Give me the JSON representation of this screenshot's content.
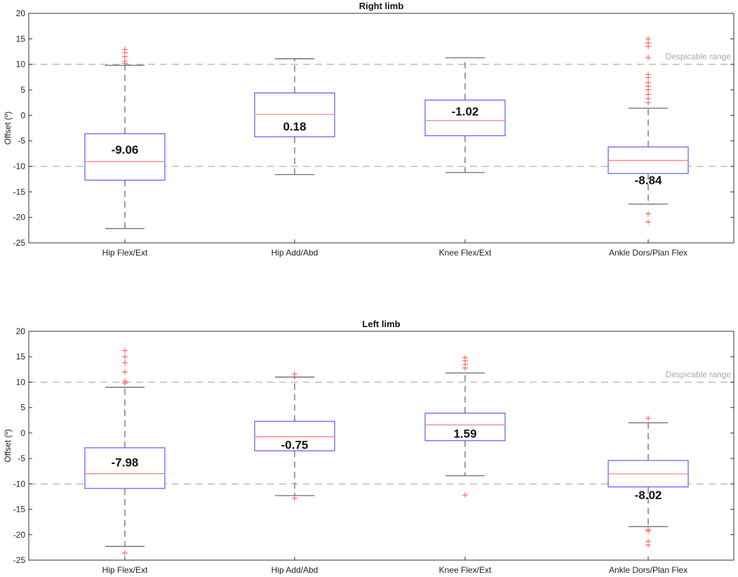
{
  "chart_data": [
    {
      "type": "box",
      "title": "Right limb",
      "ylabel": "Offset (º)",
      "ylim": [
        -25,
        20
      ],
      "yticks": [
        20,
        15,
        10,
        5,
        0,
        -5,
        -10,
        -15,
        -20,
        -25
      ],
      "reference_lines": [
        10,
        -10
      ],
      "reference_label": "Despicable range",
      "grid": false,
      "colors": {
        "box": "#5b5bff",
        "median": "#ff8080",
        "whisker": "#6b6b6b",
        "outlier": "#ff4d4d",
        "reference": "#bdbdbd"
      },
      "categories": [
        "Hip Flex/Ext",
        "Hip Add/Abd",
        "Knee Flex/Ext",
        "Ankle Dors/Plan Flex"
      ],
      "boxes": [
        {
          "q1": -12.7,
          "median": -9.06,
          "q3": -3.6,
          "whisker_low": -22.2,
          "whisker_high": 9.8,
          "median_label": "-9.06",
          "outliers": [
            10.2,
            10.6,
            11.5,
            12.3,
            12.9
          ]
        },
        {
          "q1": -4.2,
          "median": 0.18,
          "q3": 4.4,
          "whisker_low": -11.6,
          "whisker_high": 11.1,
          "median_label": "0.18",
          "outliers": []
        },
        {
          "q1": -4.0,
          "median": -1.02,
          "q3": 3.0,
          "whisker_low": -11.2,
          "whisker_high": 11.3,
          "median_label": "-1.02",
          "outliers": []
        },
        {
          "q1": -11.4,
          "median": -8.84,
          "q3": -6.2,
          "whisker_low": -17.4,
          "whisker_high": 1.4,
          "median_label": "-8.84",
          "outliers": [
            2.5,
            3.3,
            4.1,
            5.0,
            5.7,
            6.4,
            7.4,
            8.0,
            11.3,
            13.5,
            14.2,
            15.0,
            -19.3,
            -20.9
          ]
        }
      ]
    },
    {
      "type": "box",
      "title": "Left limb",
      "ylabel": "Offset (º)",
      "ylim": [
        -25,
        20
      ],
      "yticks": [
        20,
        15,
        10,
        5,
        0,
        -5,
        -10,
        -15,
        -20,
        -25
      ],
      "reference_lines": [
        10,
        -10
      ],
      "reference_label": "Despicable range",
      "grid": false,
      "colors": {
        "box": "#5b5bff",
        "median": "#ff8080",
        "whisker": "#6b6b6b",
        "outlier": "#ff4d4d",
        "reference": "#bdbdbd"
      },
      "categories": [
        "Hip Flex/Ext",
        "Hip Add/Abd",
        "Knee Flex/Ext",
        "Ankle Dors/Plan Flex"
      ],
      "boxes": [
        {
          "q1": -10.9,
          "median": -7.98,
          "q3": -2.9,
          "whisker_low": -22.3,
          "whisker_high": 9.0,
          "median_label": "-7.98",
          "outliers": [
            9.8,
            10.2,
            12.0,
            13.8,
            15.0,
            16.2,
            -23.6
          ]
        },
        {
          "q1": -3.5,
          "median": -0.75,
          "q3": 2.3,
          "whisker_low": -12.3,
          "whisker_high": 11.0,
          "median_label": "-0.75",
          "outliers": [
            11.6,
            -12.8
          ]
        },
        {
          "q1": -1.5,
          "median": 1.59,
          "q3": 3.9,
          "whisker_low": -8.4,
          "whisker_high": 11.8,
          "median_label": "1.59",
          "outliers": [
            12.8,
            13.5,
            14.2,
            14.8,
            -12.2
          ]
        },
        {
          "q1": -10.6,
          "median": -8.02,
          "q3": -5.4,
          "whisker_low": -18.4,
          "whisker_high": 2.0,
          "median_label": "-8.02",
          "outliers": [
            2.9,
            -19.0,
            -19.3,
            -21.3,
            -22.0
          ]
        }
      ]
    }
  ]
}
